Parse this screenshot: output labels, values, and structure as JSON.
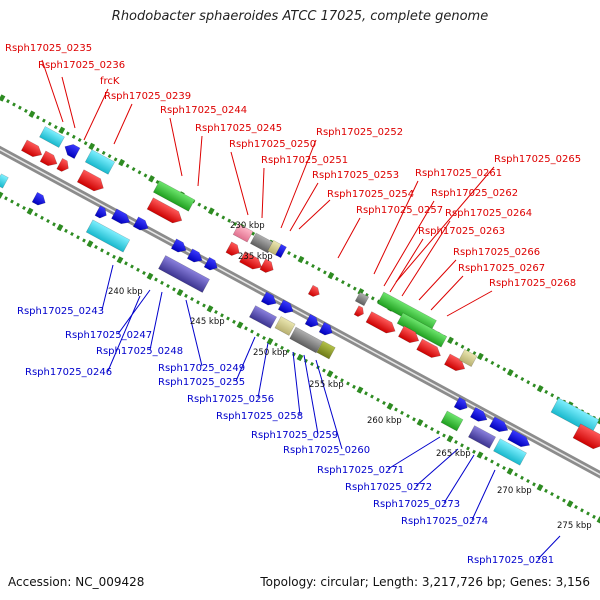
{
  "title": "Rhodobacter sphaeroides ATCC 17025, complete genome",
  "footer": {
    "accession": "Accession: NC_009428",
    "summary": "Topology: circular; Length: 3,217,726 bp; Genes: 3,156"
  },
  "colors": {
    "background": "#ffffff",
    "backbone": "#8c8c8c",
    "tick": "#2e8b22",
    "label_top": "#dd0000",
    "label_bottom": "#0000cc",
    "scale_text": "#111111"
  },
  "scale_labels": [
    "230 kbp",
    "235 kbp",
    "240 kbp",
    "245 kbp",
    "250 kbp",
    "255 kbp",
    "260 kbp",
    "265 kbp",
    "270 kbp",
    "275 kbp"
  ],
  "labels_top": [
    "Rsph17025_0235",
    "Rsph17025_0236",
    "frcK",
    "Rsph17025_0239",
    "Rsph17025_0244",
    "Rsph17025_0245",
    "Rsph17025_0250",
    "Rsph17025_0252",
    "Rsph17025_0251",
    "Rsph17025_0253",
    "Rsph17025_0254",
    "Rsph17025_0257",
    "Rsph17025_0261",
    "Rsph17025_0265",
    "Rsph17025_0262",
    "Rsph17025_0264",
    "Rsph17025_0263",
    "Rsph17025_0266",
    "Rsph17025_0267",
    "Rsph17025_0268"
  ],
  "labels_bottom": [
    "Rsph17025_0243",
    "Rsph17025_0247",
    "Rsph17025_0248",
    "Rsph17025_0246",
    "Rsph17025_0249",
    "Rsph17025_0255",
    "Rsph17025_0256",
    "Rsph17025_0258",
    "Rsph17025_0259",
    "Rsph17025_0260",
    "Rsph17025_0271",
    "Rsph17025_0272",
    "Rsph17025_0273",
    "Rsph17025_0274",
    "Rsph17025_0281"
  ]
}
